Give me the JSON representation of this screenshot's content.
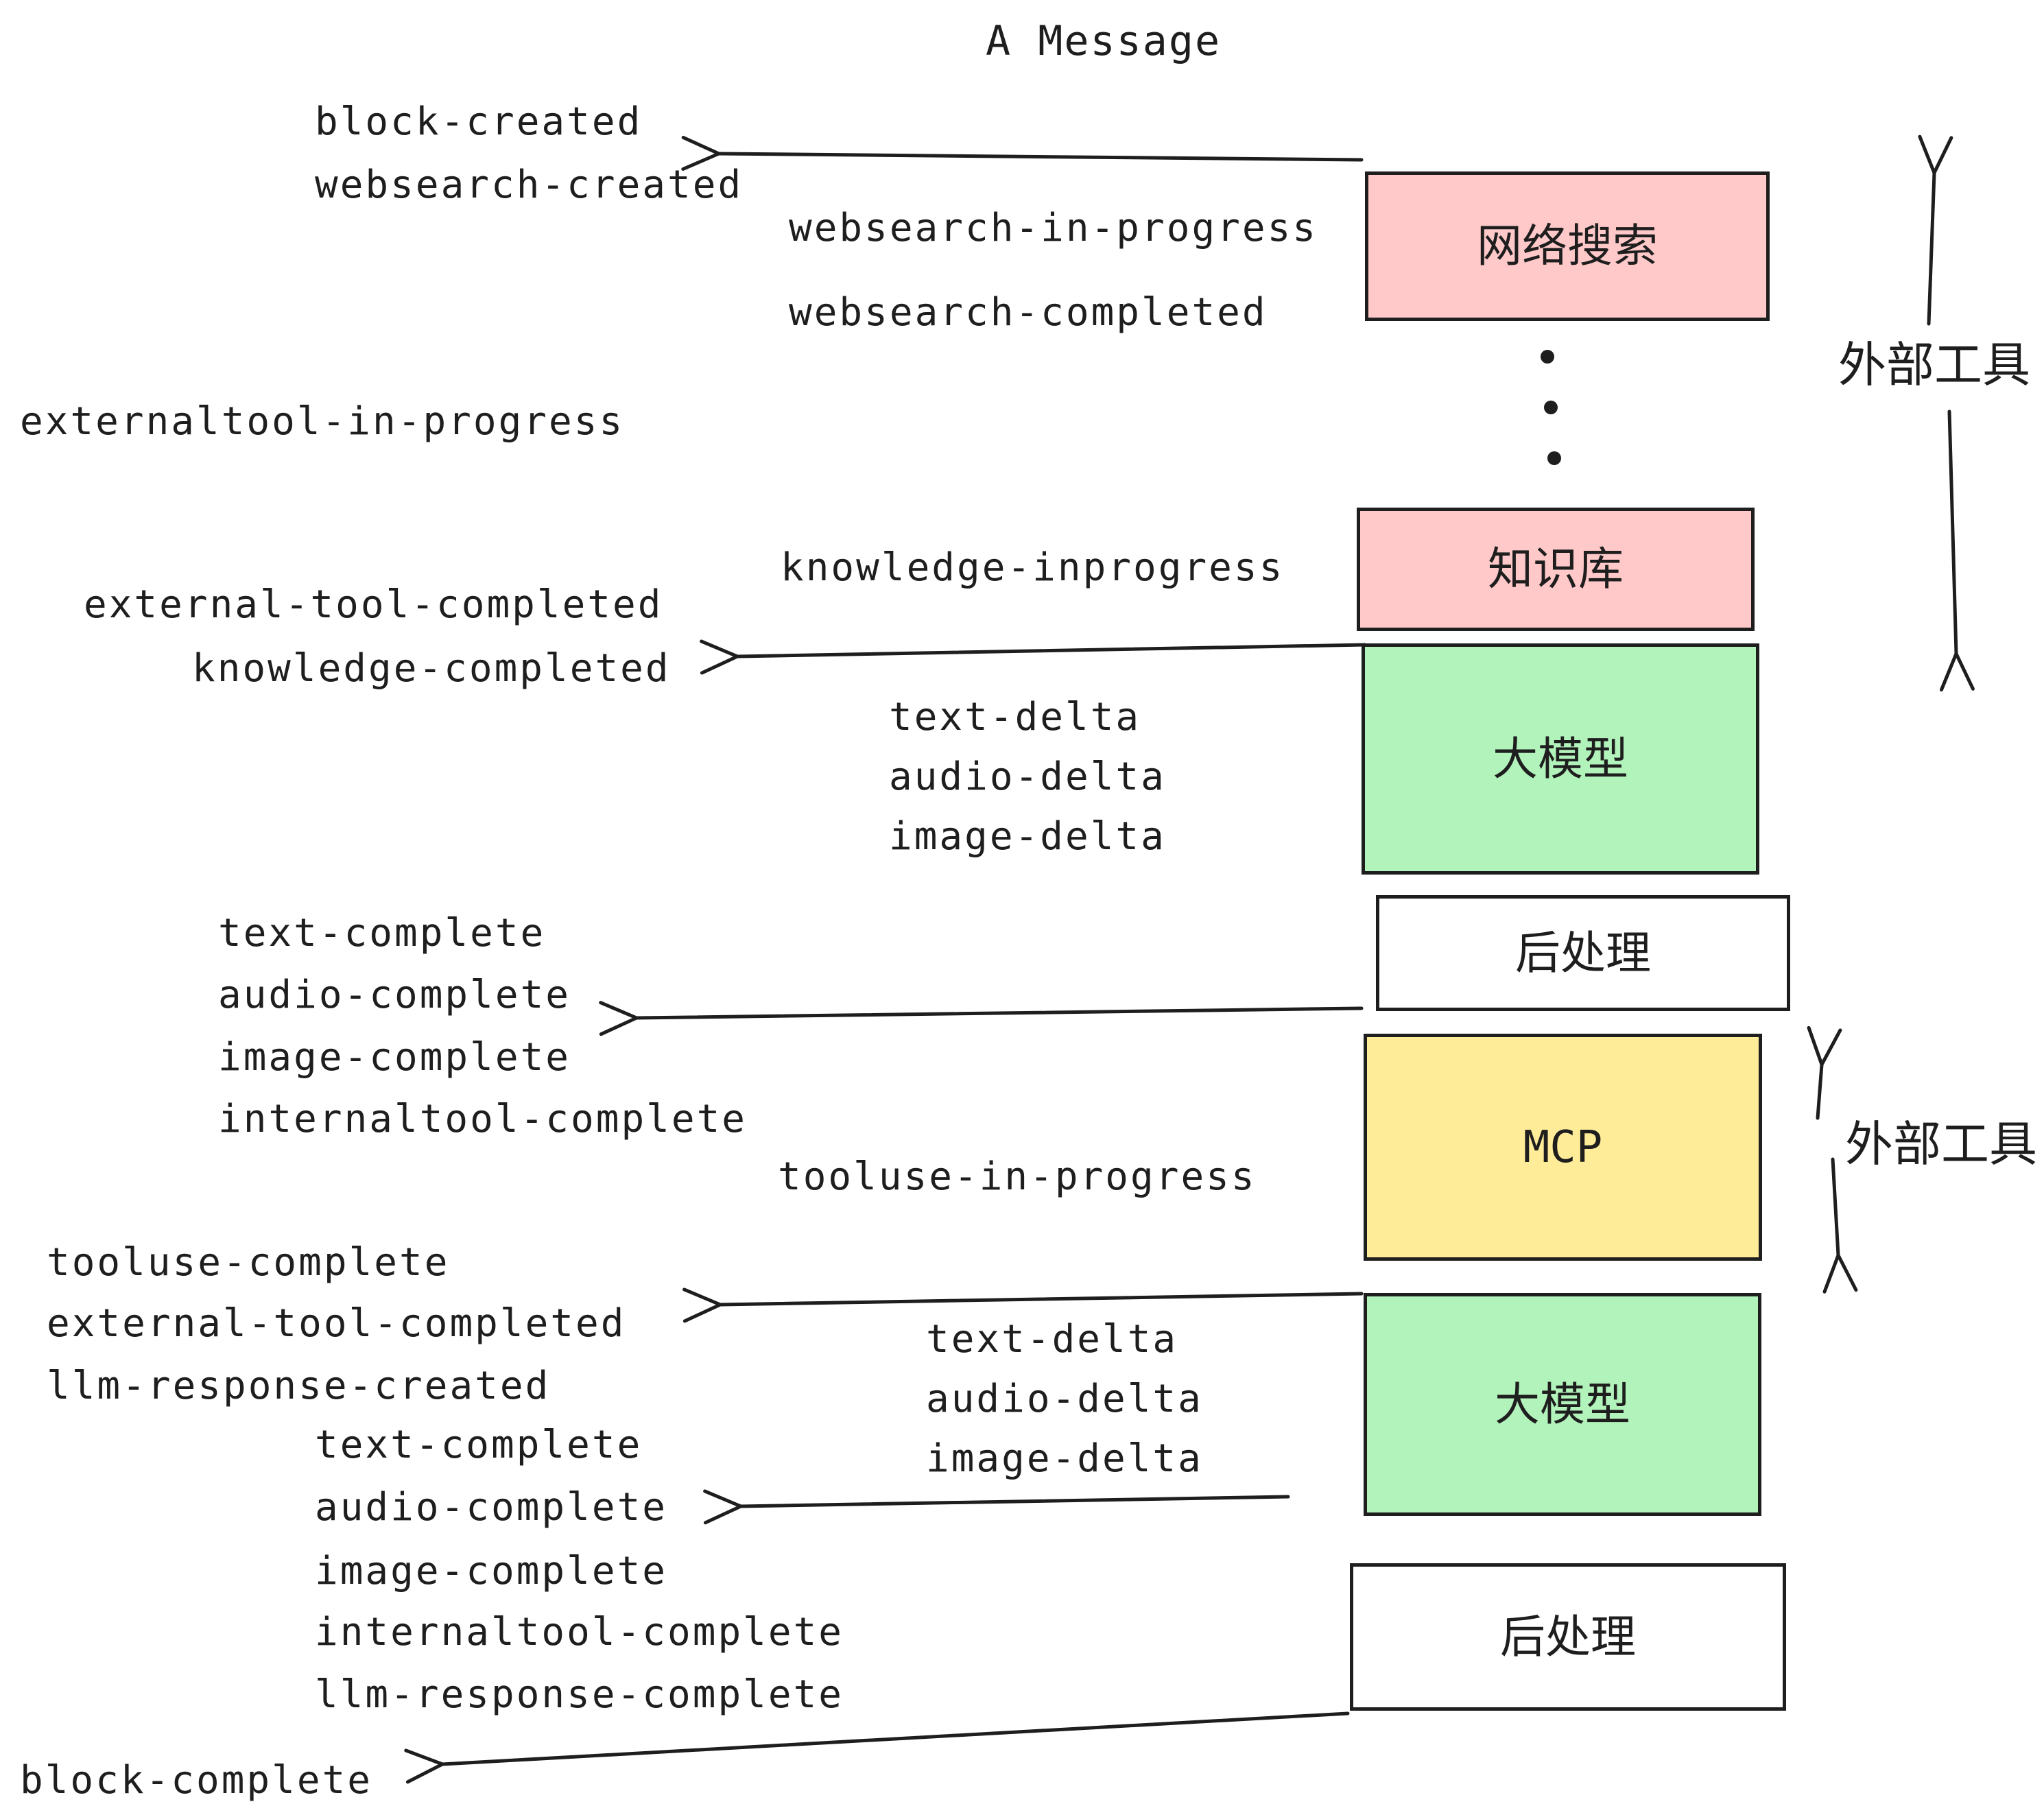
{
  "title": "A Message",
  "colors": {
    "ink": "#1e1e1e",
    "pink": "#ffc9c9",
    "green": "#b2f2bb",
    "yellow": "#ffec99",
    "white": "#ffffff"
  },
  "boxes": {
    "websearch": "网络搜索",
    "knowledge": "知识库",
    "llm": "大模型",
    "postprocess": "后处理",
    "mcp": "MCP"
  },
  "annotations": {
    "external_tools": "外部工具"
  },
  "events": {
    "block_created": "block-created",
    "websearch_created": "websearch-created",
    "websearch_in_progress": "websearch-in-progress",
    "websearch_completed": "websearch-completed",
    "externaltool_in_progress": "externaltool-in-progress",
    "knowledge_inprogress": "knowledge-inprogress",
    "external_tool_completed": "external-tool-completed",
    "knowledge_completed": "knowledge-completed",
    "text_delta": "text-delta",
    "audio_delta": "audio-delta",
    "image_delta": "image-delta",
    "text_complete": "text-complete",
    "audio_complete": "audio-complete",
    "image_complete": "image-complete",
    "internaltool_complete": "internaltool-complete",
    "tooluse_in_progress": "tooluse-in-progress",
    "tooluse_complete": "tooluse-complete",
    "llm_response_created": "llm-response-created",
    "llm_response_complete": "llm-response-complete",
    "block_complete": "block-complete"
  }
}
